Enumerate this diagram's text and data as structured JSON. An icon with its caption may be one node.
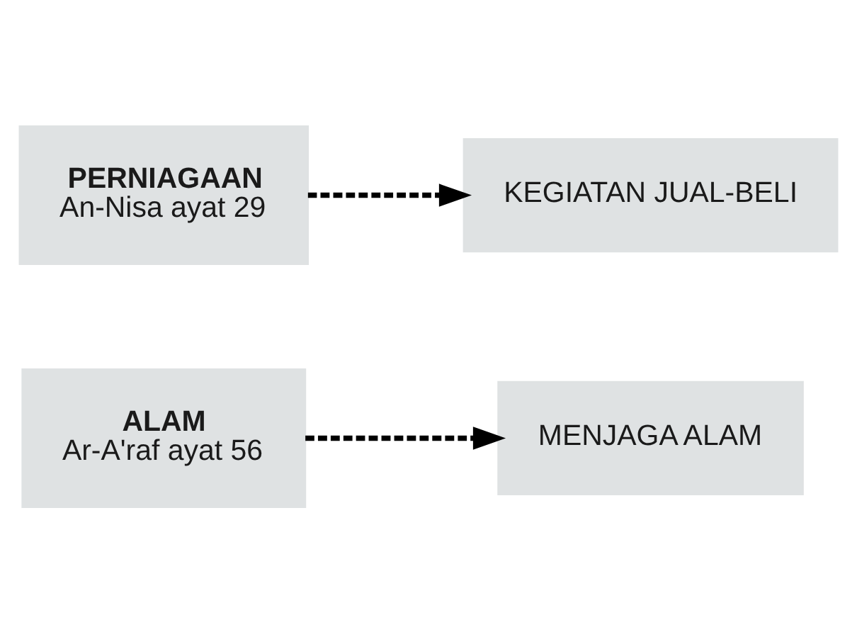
{
  "diagram": {
    "nodes": [
      {
        "text": [
          "ALAM",
          "Ar-A'raf ayat 56"
        ]
      },
      {
        "text": [
          "MENJAGA ALAM"
        ]
      },
      {
        "text": [
          "PERNIAGAAN",
          "An-Nisa ayat 29"
        ]
      },
      {
        "text": [
          "KEGIATAN JUAL-BELI"
        ]
      }
    ],
    "edges": [
      {
        "from": 0,
        "to": 1,
        "arrow": "to",
        "style": "dashed"
      },
      {
        "from": 2,
        "to": 3,
        "arrow": "to",
        "style": "dashed"
      }
    ]
  }
}
